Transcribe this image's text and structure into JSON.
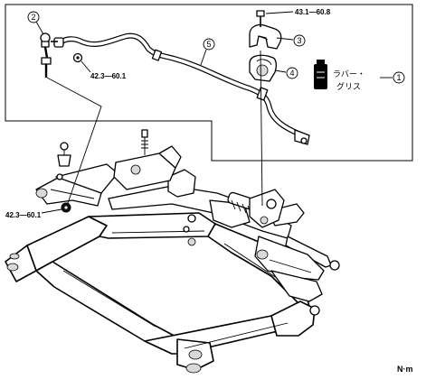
{
  "callouts": [
    {
      "id": "c1",
      "number": "1"
    },
    {
      "id": "c2",
      "number": "2"
    },
    {
      "id": "c3",
      "number": "3"
    },
    {
      "id": "c4",
      "number": "4"
    },
    {
      "id": "c5",
      "number": "5"
    }
  ],
  "torque_labels": {
    "bracket_bolt": "43.1—60.8",
    "link_upper_nut": "42.3—60.1",
    "link_lower_nut": "42.3—60.1"
  },
  "grease_label": {
    "line1": "ラバー・",
    "line2": "グリス"
  },
  "unit_label": "N·m"
}
